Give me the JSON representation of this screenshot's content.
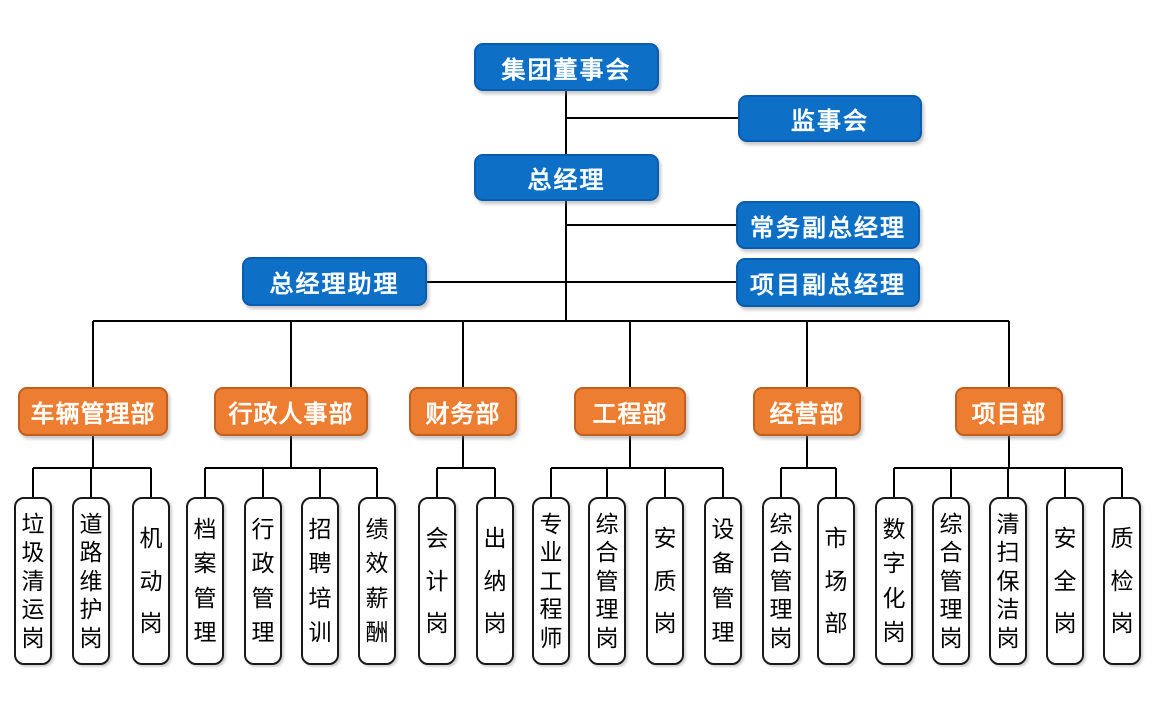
{
  "org": {
    "board": {
      "label": "集团董事会"
    },
    "supervisory": {
      "label": "监事会"
    },
    "general_manager": {
      "label": "总经理"
    },
    "deputy_executive": {
      "label": "常务副总经理"
    },
    "deputy_project": {
      "label": "项目副总经理"
    },
    "assistant": {
      "label": "总经理助理"
    },
    "departments": [
      {
        "label": "车辆管理部",
        "positions": [
          "垃圾清运岗",
          "道路维护岗",
          "机动岗"
        ]
      },
      {
        "label": "行政人事部",
        "positions": [
          "档案管理",
          "行政管理",
          "招聘培训",
          "绩效薪酬"
        ]
      },
      {
        "label": "财务部",
        "positions": [
          "会计岗",
          "出纳岗"
        ]
      },
      {
        "label": "工程部",
        "positions": [
          "专业工程师",
          "综合管理岗",
          "安质岗",
          "设备管理"
        ]
      },
      {
        "label": "经营部",
        "positions": [
          "综合管理岗",
          "市场部"
        ]
      },
      {
        "label": "项目部",
        "positions": [
          "数字化岗",
          "综合管理岗",
          "清扫保洁岗",
          "安全岗",
          "质检岗"
        ]
      }
    ],
    "colors": {
      "node_blue": "#0d6fc5",
      "node_orange": "#ed7d31",
      "line": "#000000",
      "position_bg": "#ffffff"
    }
  }
}
